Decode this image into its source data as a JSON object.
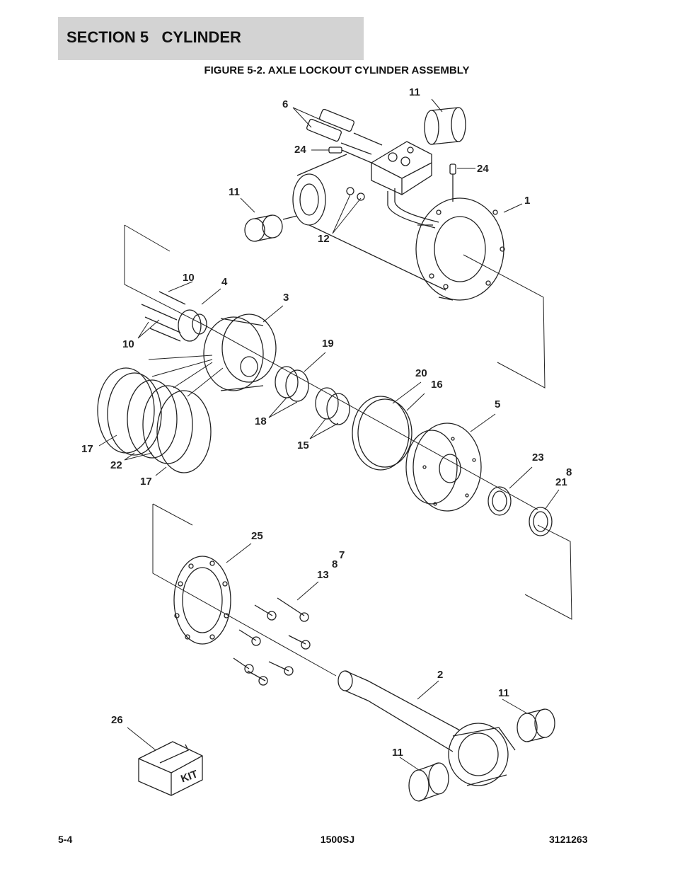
{
  "header": {
    "section_title": "SECTION 5   CYLINDER",
    "figure_title": "FIGURE 5-2. AXLE LOCKOUT CYLINDER ASSEMBLY"
  },
  "callouts": {
    "c1": "1",
    "c2": "2",
    "c3": "3",
    "c4": "4",
    "c5": "5",
    "c6": "6",
    "c7": "7",
    "c8a": "8",
    "c8b": "8",
    "c10a": "10",
    "c10b": "10",
    "c11a": "11",
    "c11b": "11",
    "c11c": "11",
    "c11d": "11",
    "c12": "12",
    "c13": "13",
    "c15": "15",
    "c16": "16",
    "c17a": "17",
    "c17b": "17",
    "c18": "18",
    "c19": "19",
    "c20": "20",
    "c21": "21",
    "c22": "22",
    "c23": "23",
    "c24a": "24",
    "c24b": "24",
    "c25": "25",
    "c26": "26",
    "kit_label": "KIT"
  },
  "footer": {
    "page": "5-4",
    "model": "1500SJ",
    "doc_number": "3121263"
  }
}
